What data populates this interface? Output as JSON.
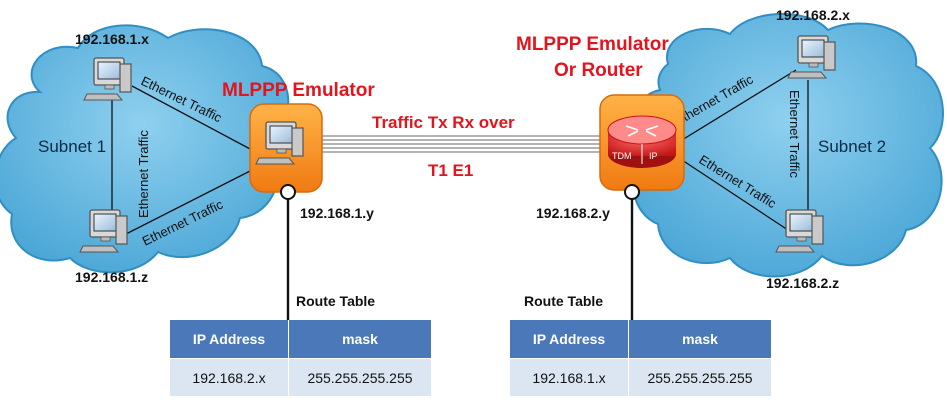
{
  "left": {
    "subnet_label": "Subnet 1",
    "host_top_ip": "192.168.1.x",
    "host_bottom_ip": "192.168.1.z",
    "links": [
      "Ethernet Traffic",
      "Ethernet Traffic",
      "Ethernet Traffic"
    ],
    "device_title": "MLPPP Emulator",
    "device_ip": "192.168.1.y",
    "route_table": {
      "title": "Route Table",
      "columns": [
        "IP Address",
        "mask"
      ],
      "rows": [
        [
          "192.168.2.x",
          "255.255.255.255"
        ]
      ]
    }
  },
  "right": {
    "subnet_label": "Subnet 2",
    "host_top_ip": "192.168.2.x",
    "host_bottom_ip": "192.168.2.z",
    "links": [
      "Ethernet Traffic",
      "Ethernet Traffic",
      "Ethernet Traffic"
    ],
    "device_title_line1": "MLPPP Emulator",
    "device_title_line2": "Or Router",
    "device_ip": "192.168.2.y",
    "router_label_left": "TDM",
    "router_label_right": "IP",
    "route_table": {
      "title": "Route Table",
      "columns": [
        "IP Address",
        "mask"
      ],
      "rows": [
        [
          "192.168.1.x",
          "255.255.255.255"
        ]
      ]
    }
  },
  "wan": {
    "label_line1": "Traffic Tx Rx over",
    "label_line2": "T1 E1"
  },
  "colors": {
    "cloud": "#5eb7e2",
    "cloud_edge": "#2f8ec2",
    "device_box": "#f58a1f",
    "wan_line": "#9a9a9a",
    "table_header": "#4a78b8",
    "table_row": "#dce6f2",
    "title_red": "#e2141d"
  },
  "icons": [
    "desktop-computer-icon",
    "router-icon"
  ]
}
